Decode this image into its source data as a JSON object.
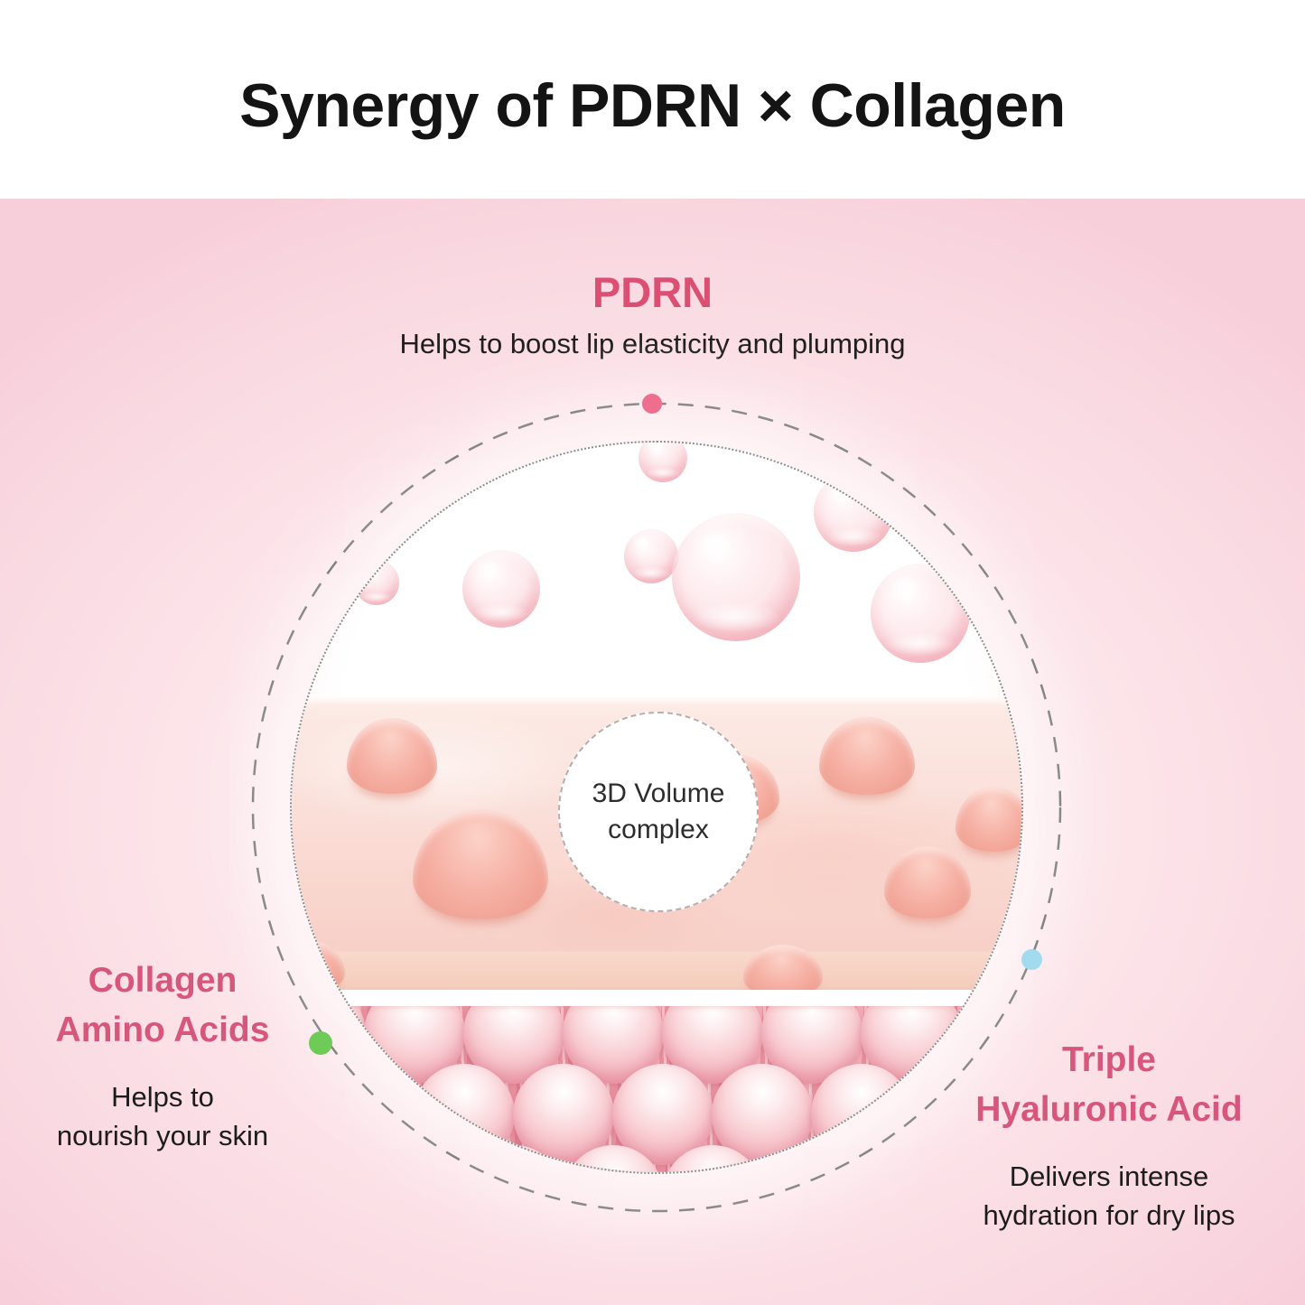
{
  "title": "Synergy of PDRN × Collagen",
  "labels": {
    "pdrn": {
      "heading": "PDRN",
      "description": "Helps to boost lip elasticity and plumping",
      "dot_color": "#ed6f8d"
    },
    "collagen": {
      "heading_line1": "Collagen",
      "heading_line2": "Amino Acids",
      "desc_line1": "Helps to",
      "desc_line2": "nourish your skin",
      "dot_color": "#6ecb58"
    },
    "hyaluronic": {
      "heading_line1": "Triple",
      "heading_line2": "Hyaluronic Acid",
      "desc_line1": "Delivers intense",
      "desc_line2": "hydration for dry lips",
      "dot_color": "#a2daf0"
    }
  },
  "center_badge": {
    "line1": "3D Volume",
    "line2": "complex"
  },
  "colors": {
    "title_text": "#141414",
    "heading_pink": "#db4f73",
    "side_heading_pink": "#d6577b",
    "body_text": "#1e1e1e",
    "background_pink": "#fce4e9",
    "bubble_pink": "#f5b6c0"
  }
}
